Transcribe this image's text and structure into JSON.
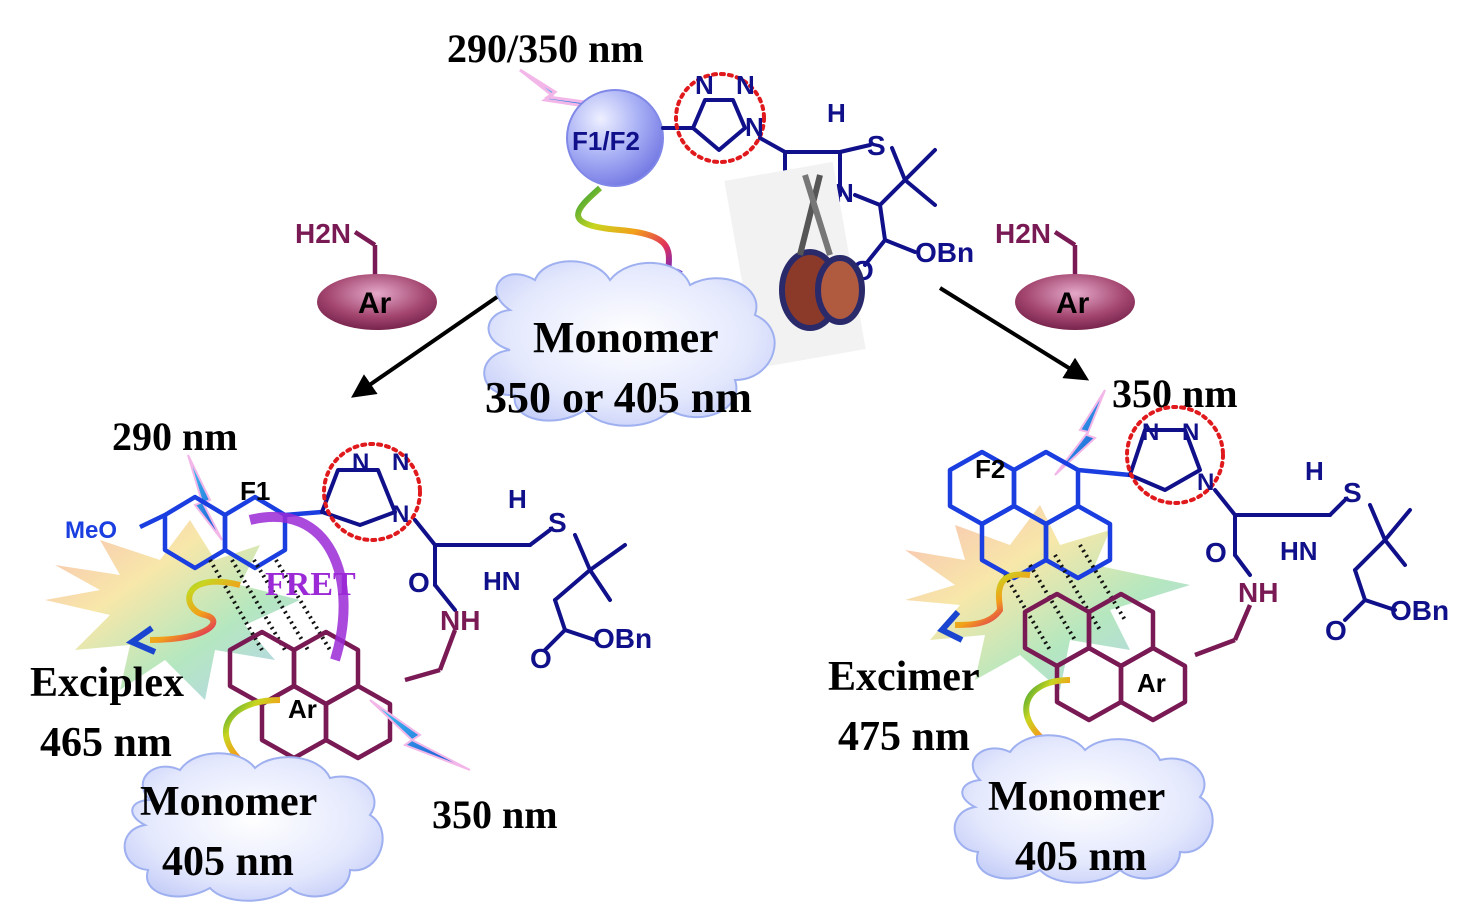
{
  "top": {
    "excitation": "290/350 nm",
    "fluorophore_label": "F1/F2",
    "monomer_line1": "Monomer",
    "monomer_line2": "350 or 405 nm",
    "atoms": {
      "h": "H",
      "s": "S",
      "n": "N",
      "o": "O",
      "obn": "OBn"
    }
  },
  "reagent_left": {
    "amine": "H2N",
    "aryl": "Ar"
  },
  "reagent_right": {
    "amine": "H2N",
    "aryl": "Ar"
  },
  "left_product": {
    "excitation_top": "290 nm",
    "excitation_bottom": "350 nm",
    "fluorophore": "F1",
    "methoxy": "MeO",
    "transfer": "FRET",
    "aryl": "Ar",
    "exciplex_line1": "Exciplex",
    "exciplex_line2": "465 nm",
    "monomer_line1": "Monomer",
    "monomer_line2": "405 nm",
    "atoms": {
      "h": "H",
      "s": "S",
      "hn": "HN",
      "nh": "NH",
      "o": "O",
      "obn": "OBn"
    }
  },
  "right_product": {
    "excitation": "350 nm",
    "fluorophore": "F2",
    "aryl": "Ar",
    "excimer_line1": "Excimer",
    "excimer_line2": "475 nm",
    "monomer_line1": "Monomer",
    "monomer_line2": "405 nm",
    "atoms": {
      "h": "H",
      "s": "S",
      "hn": "HN",
      "nh": "NH",
      "o": "O",
      "obn": "OBn"
    }
  },
  "colors": {
    "backbone": "#10108a",
    "fluorophore_blue": "#1a3ee0",
    "aryl_plum": "#7a1a55",
    "triazole_marker": "#e0191d",
    "fret_purple": "#9b2ad6",
    "cloud": "#c9d2fb"
  }
}
